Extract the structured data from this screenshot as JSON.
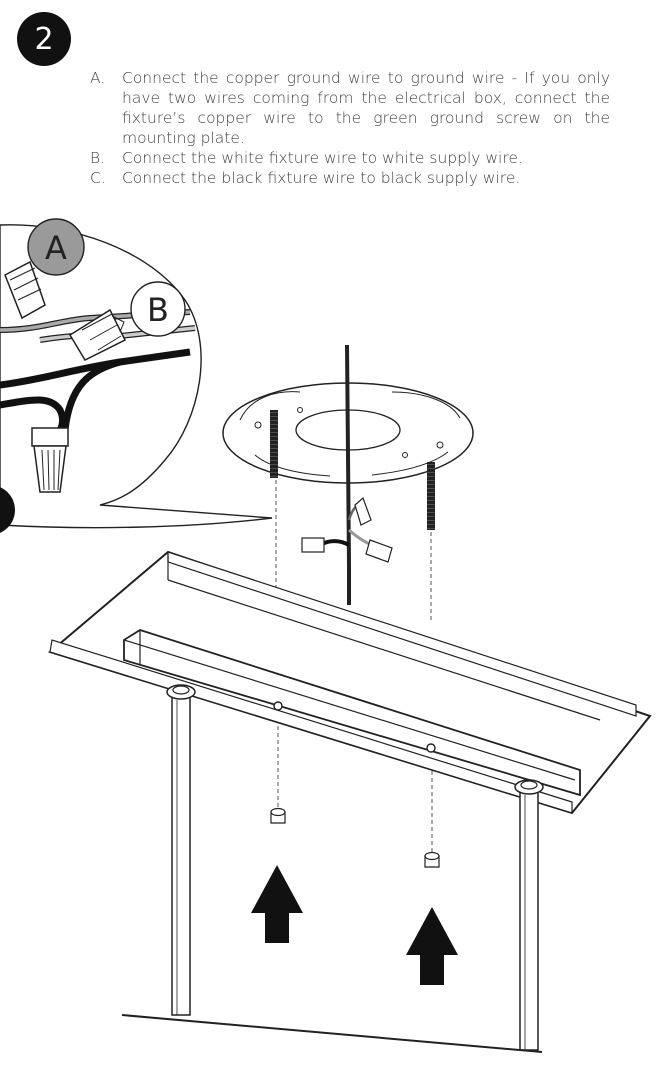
{
  "step": {
    "number": "2"
  },
  "instructions": [
    {
      "marker": "A.",
      "text": "Connect the copper ground wire to ground wire - If you only have two wires coming from the electrical box, connect the fixture’s copper wire to the green ground screw on the mounting plate."
    },
    {
      "marker": "B.",
      "text": "Connect the white fixture wire to white supply wire."
    },
    {
      "marker": "C.",
      "text": "Connect the black fixture wire to black supply wire."
    }
  ],
  "callouts": {
    "a": "A",
    "b": "B"
  },
  "icons": [
    "step-badge",
    "mounting-plate",
    "wire-nut",
    "threaded-rod",
    "up-arrow-icon"
  ]
}
